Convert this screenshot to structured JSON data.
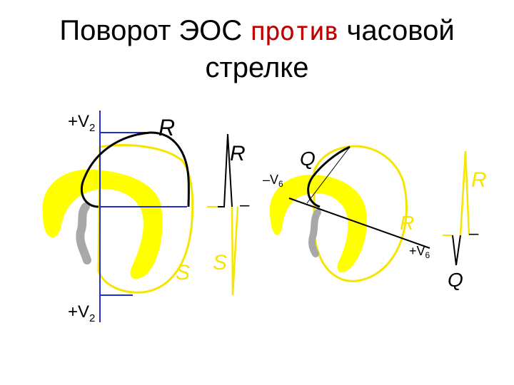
{
  "title": {
    "part1": "Поворот ЭОС",
    "part2": "против",
    "part3": "часовой",
    "line2": "стрелке"
  },
  "labels": {
    "v2_top": "+V",
    "v2_top_sub": "2",
    "v2_bottom": "+V",
    "v2_bottom_sub": "2",
    "r_left_heart": "R",
    "s_left_heart": "S",
    "r_left_ecg": "R",
    "s_left_ecg": "S",
    "minus_left": "–",
    "q_right_heart": "Q",
    "v6_minus": "–V",
    "v6_minus_sub": "6",
    "r_right_heart": "R",
    "v6_plus": "+V",
    "v6_plus_sub": "6",
    "r_right_ecg": "R",
    "minus_right": "–",
    "q_right_ecg": "Q"
  },
  "colors": {
    "heart_yellow": "#ffff00",
    "outline_yellow": "#f5e600",
    "axis_blue": "#1f2fd0",
    "septum_gray": "#a8a8a8",
    "title_red": "#c00000"
  }
}
